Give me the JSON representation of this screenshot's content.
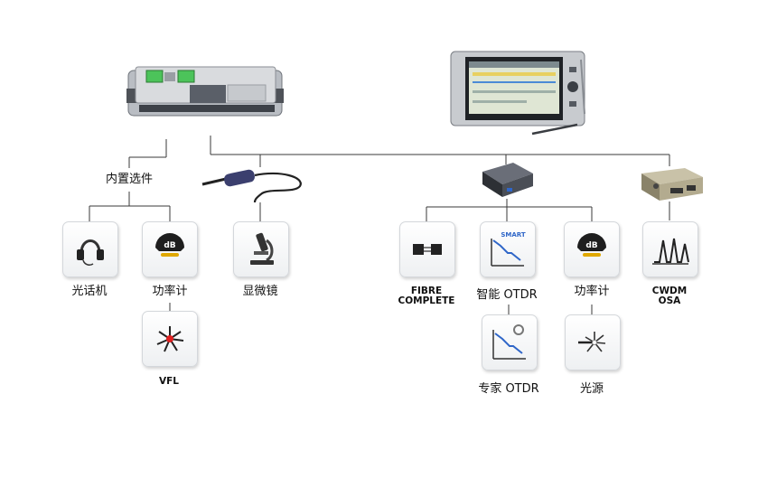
{
  "options_heading": "内置选件",
  "labels": {
    "headset": "光话机",
    "power_meter_left": "功率计",
    "microscope": "显微镜",
    "vfl": "VFL",
    "fibre_complete": "FIBRE\nCOMPLETE",
    "smart_otdr": "智能 OTDR",
    "power_meter_right": "功率计",
    "cwdm_osa": "CWDM\nOSA",
    "expert_otdr": "专家 OTDR",
    "light_source": "光源"
  },
  "tile_texts": {
    "smart": "SMART",
    "power_meter_badge": "dB"
  },
  "colors": {
    "line": "#3a3a3a",
    "tile_border": "#d4d7db",
    "accent_blue": "#2f66c8",
    "module_green": "#4cc35a"
  }
}
